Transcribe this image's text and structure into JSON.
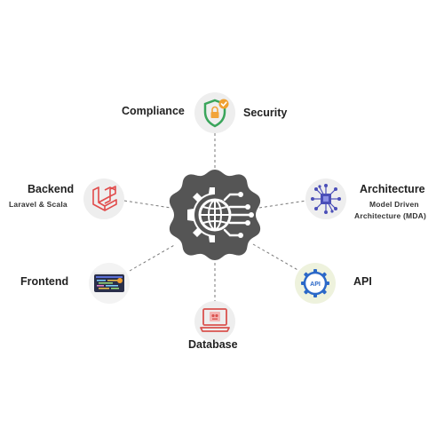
{
  "nodes": {
    "compliance": {
      "label": "Compliance"
    },
    "security": {
      "label": "Security"
    },
    "backend": {
      "label": "Backend",
      "sublabel": "Laravel & Scala"
    },
    "architecture": {
      "label": "Architecture",
      "sublabel_line1": "Model Driven",
      "sublabel_line2": "Architecture (MDA)"
    },
    "frontend": {
      "label": "Frontend"
    },
    "api": {
      "label": "API",
      "icon_text": "API"
    },
    "database": {
      "label": "Database"
    }
  },
  "colors": {
    "hub": "#555555",
    "connector": "#777777",
    "node_bg": "#eeeeee",
    "laravel_red": "#e14b4b",
    "shield_green": "#3aa55b",
    "check_orange": "#f0a030",
    "lock_orange": "#f2a43a",
    "chip_purple": "#4b4fb8",
    "api_blue": "#2b68c8",
    "db_red": "#d9534f"
  },
  "icons": {
    "hub": "gear-globe-circuit-icon",
    "security": "shield-check-lock-icon",
    "backend": "laravel-icon",
    "architecture": "chip-network-icon",
    "frontend": "code-screenshot-icon",
    "api": "api-gear-icon",
    "database": "laptop-database-icon"
  }
}
